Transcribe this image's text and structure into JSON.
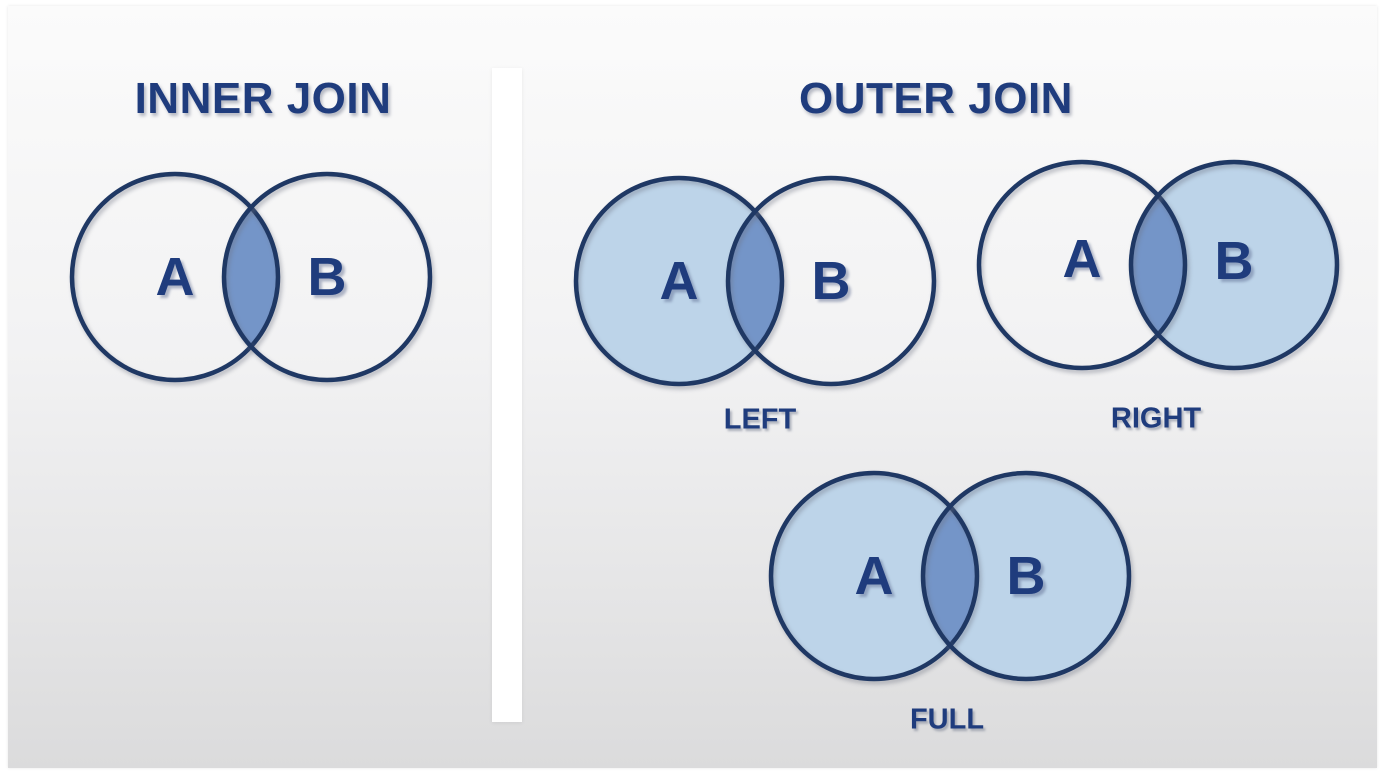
{
  "slide": {
    "background_top": "#FBFBFB",
    "background_bottom": "#DBDBDC",
    "margin_color": "#FFFFFF",
    "divider_color": "#FFFFFF"
  },
  "colors": {
    "navy_stroke": "#1F3864",
    "navy_text": "#1F3C7D",
    "fill_light": "#BDD4E9",
    "fill_intersection": "#7495C8",
    "fill_none": "transparent"
  },
  "sections": {
    "inner": {
      "title": "INNER JOIN",
      "diagram": {
        "name": "inner-join",
        "label_a": "A",
        "label_b": "B",
        "fill_a": "transparent",
        "fill_b": "transparent",
        "fill_intersection": "#7495C8"
      }
    },
    "outer": {
      "title": "OUTER JOIN",
      "diagrams": [
        {
          "name": "left-join",
          "caption": "LEFT",
          "label_a": "A",
          "label_b": "B",
          "fill_a": "#BDD4E9",
          "fill_b": "transparent",
          "fill_intersection": "#7495C8"
        },
        {
          "name": "right-join",
          "caption": "RIGHT",
          "label_a": "A",
          "label_b": "B",
          "fill_a": "transparent",
          "fill_b": "#BDD4E9",
          "fill_intersection": "#7495C8"
        },
        {
          "name": "full-join",
          "caption": "FULL",
          "label_a": "A",
          "label_b": "B",
          "fill_a": "#BDD4E9",
          "fill_b": "#BDD4E9",
          "fill_intersection": "#7495C8"
        }
      ]
    }
  }
}
